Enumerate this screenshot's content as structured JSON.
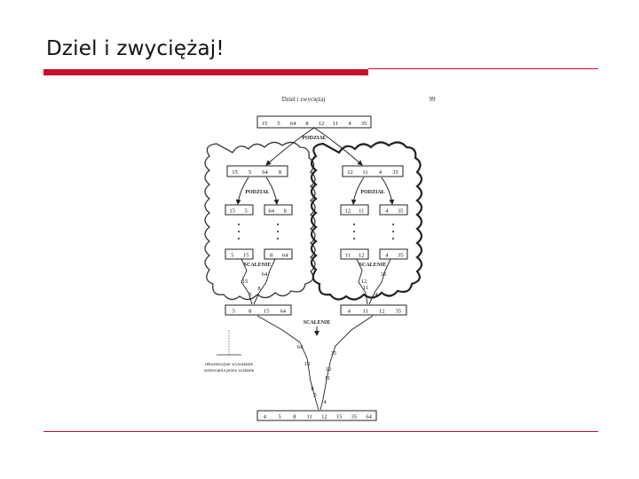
{
  "slide": {
    "title": "Dziel i zwyciężaj!",
    "accent_color": "#c8102e"
  },
  "figure": {
    "header": "Dziel i zwyciężaj",
    "page_number": "99",
    "top_row": [
      "15",
      "5",
      "64",
      "8",
      "12",
      "11",
      "4",
      "35"
    ],
    "label_divide": "PODZIAŁ",
    "label_merge": "SCALENIE",
    "left": {
      "row": [
        "15",
        "5",
        "64",
        "8"
      ],
      "split_a": [
        "15",
        "5"
      ],
      "split_b": [
        "64",
        "8"
      ],
      "sorted_a": [
        "5",
        "15"
      ],
      "sorted_b": [
        "8",
        "64"
      ],
      "merge_stream": [
        "64",
        "15",
        "8",
        "5"
      ],
      "result": [
        "5",
        "8",
        "15",
        "64"
      ]
    },
    "right": {
      "row": [
        "12",
        "11",
        "4",
        "35"
      ],
      "split_a": [
        "12",
        "11"
      ],
      "split_b": [
        "4",
        "35"
      ],
      "sorted_a": [
        "11",
        "12"
      ],
      "sorted_b": [
        "4",
        "35"
      ],
      "merge_stream": [
        "35",
        "12",
        "11",
        "4"
      ],
      "result": [
        "4",
        "11",
        "12",
        "35"
      ]
    },
    "final_stream_left": [
      "64",
      "15",
      "8",
      "5"
    ],
    "final_stream_right": [
      "35",
      "12",
      "11",
      "4"
    ],
    "final_row": [
      "4",
      "5",
      "8",
      "11",
      "12",
      "15",
      "35",
      "64"
    ],
    "note_line1": "rekurencyjne wywołanie",
    "note_line2": "sortowania przez scalanie"
  }
}
